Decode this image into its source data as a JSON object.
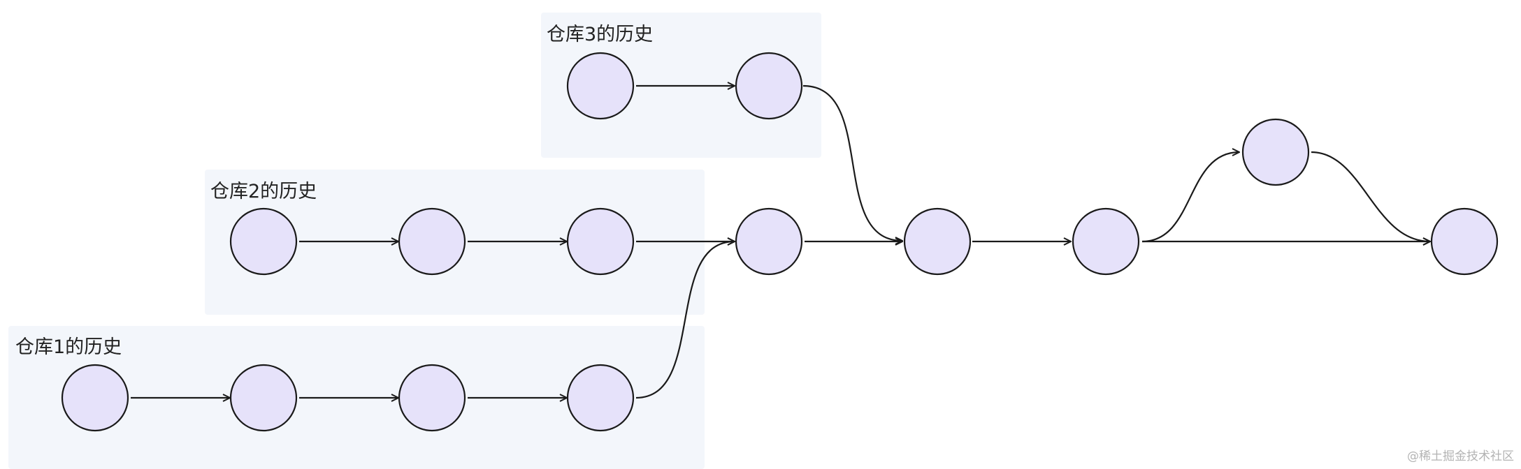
{
  "panels": [
    {
      "id": "repo3",
      "title": "仓库3的历史"
    },
    {
      "id": "repo2",
      "title": "仓库2的历史"
    },
    {
      "id": "repo1",
      "title": "仓库1的历史"
    }
  ],
  "watermark": "@稀土掘金技术社区",
  "colors": {
    "panel_bg": "#f3f6fb",
    "commit_fill": "#e6e2fa",
    "stroke": "#1a1a1a"
  }
}
